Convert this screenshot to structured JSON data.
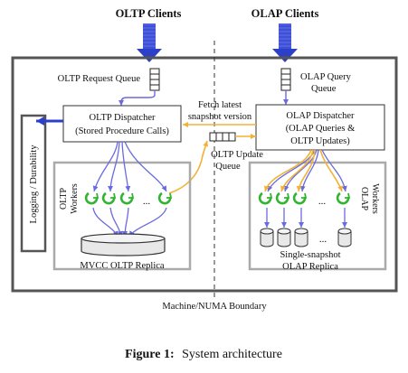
{
  "labels": {
    "oltp_clients": "OLTP Clients",
    "olap_clients": "OLAP Clients",
    "oltp_request_queue": "OLTP Request Queue",
    "olap_query_queue_1": "OLAP Query",
    "olap_query_queue_2": "Queue",
    "fetch_latest_1": "Fetch latest",
    "fetch_latest_2": "snapshot version",
    "oltp_dispatcher_1": "OLTP Dispatcher",
    "oltp_dispatcher_2": "(Stored Procedure Calls)",
    "olap_dispatcher_1": "OLAP Dispatcher",
    "olap_dispatcher_2": "(OLAP Queries &",
    "olap_dispatcher_3": "OLTP Updates)",
    "oltp_update_queue_1": "OLTP Update",
    "oltp_update_queue_2": "Queue",
    "logging": "Logging / Durability",
    "oltp_workers_1": "OLTP",
    "oltp_workers_2": "Workers",
    "olap_workers_1": "OLAP",
    "olap_workers_2": "Workers",
    "ellipsis_left": "...",
    "ellipsis_right": "...",
    "mvcc_replica": "MVCC OLTP Replica",
    "snapshot_replica_1": "Single-snapshot",
    "snapshot_replica_2": "OLAP Replica",
    "boundary": "Machine/NUMA Boundary"
  },
  "caption": {
    "label": "Figure 1:",
    "text": "System architecture"
  },
  "colors": {
    "blue": "#6a6ae0",
    "dark_blue": "#2c3fc8",
    "orange": "#f2b233",
    "green": "#32b432",
    "gray_border": "#aaaaaa",
    "dark_border": "#555555"
  }
}
